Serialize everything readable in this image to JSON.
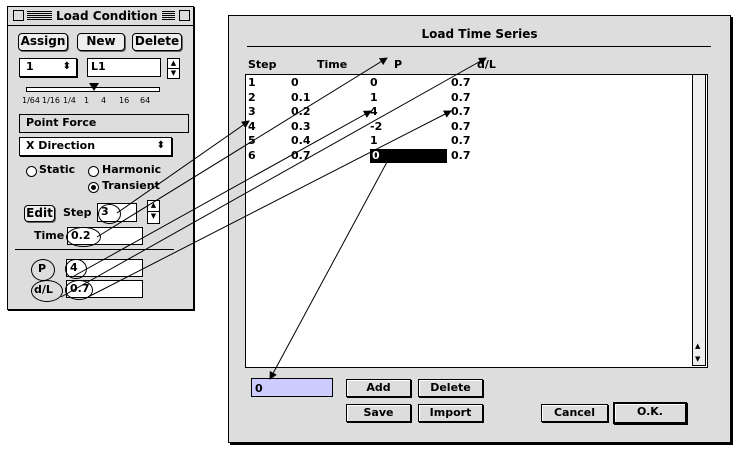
{
  "palette": {
    "title": "Load Condition",
    "assign_label": "Assign",
    "new_label": "New",
    "delete_label": "Delete",
    "condition_number": "1",
    "condition_name": "L1",
    "slider_ticks": [
      "1/64",
      "1/16",
      "1/4",
      "1",
      "4",
      "16",
      "64"
    ],
    "load_type": "Point Force",
    "direction": "X Direction",
    "mode_static": "Static",
    "mode_harmonic": "Harmonic",
    "mode_transient": "Transient",
    "selected_mode": "Transient",
    "edit_label": "Edit",
    "step_label": "Step",
    "step_value": "3",
    "time_label": "Time",
    "time_value": "0.2",
    "p_label": "P",
    "p_value": "4",
    "dl_label": "d/L",
    "dl_value": "0.7"
  },
  "dialog": {
    "title": "Load Time Series",
    "columns": [
      "Step",
      "Time",
      "P",
      "d/L"
    ],
    "rows": [
      {
        "step": "1",
        "time": "0",
        "p": "0",
        "dl": "0.7"
      },
      {
        "step": "2",
        "time": "0.1",
        "p": "1",
        "dl": "0.7"
      },
      {
        "step": "3",
        "time": "0.2",
        "p": "4",
        "dl": "0.7"
      },
      {
        "step": "4",
        "time": "0.3",
        "p": "-2",
        "dl": "0.7"
      },
      {
        "step": "5",
        "time": "0.4",
        "p": "1",
        "dl": "0.7"
      },
      {
        "step": "6",
        "time": "0.7",
        "p": "0",
        "dl": "0.7"
      }
    ],
    "selected_row": 6,
    "edit_value": "0",
    "add_label": "Add",
    "delete_label": "Delete",
    "save_label": "Save",
    "import_label": "Import",
    "cancel_label": "Cancel",
    "ok_label": "O.K."
  },
  "icons": {
    "up": "▲",
    "down": "▼",
    "popup_arrow": "⬍",
    "menu_arrow": "⬍"
  }
}
